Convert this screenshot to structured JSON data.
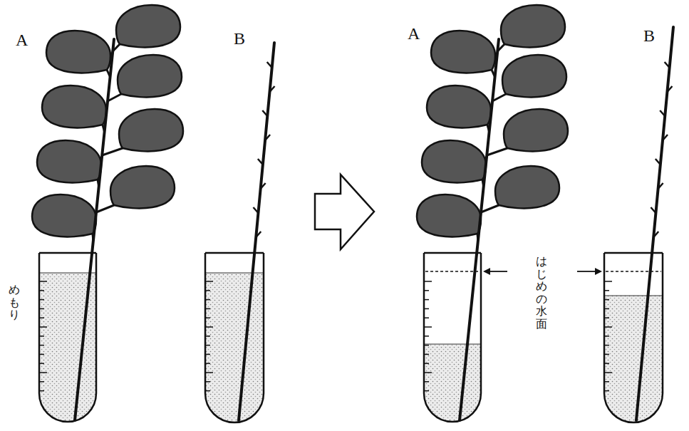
{
  "diagram": {
    "labels": [
      "A",
      "B",
      "A",
      "B",
      "めもり",
      "はじめの水面"
    ]
  }
}
